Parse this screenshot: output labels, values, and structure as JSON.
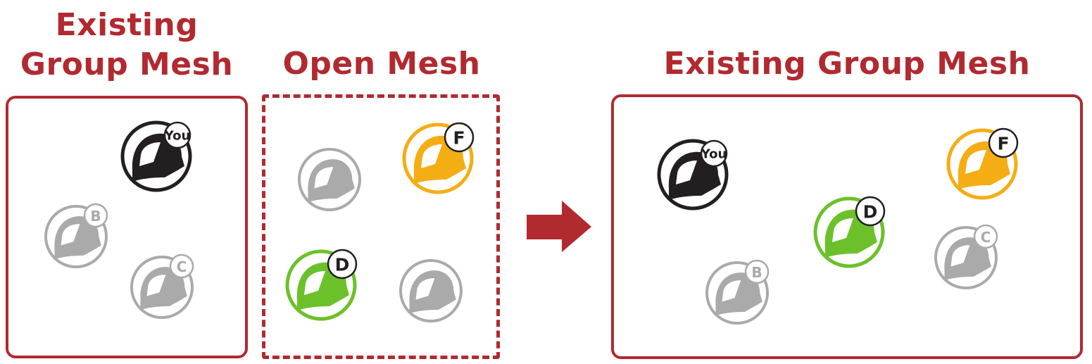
{
  "titles": {
    "left": [
      "Existing",
      "Group Mesh"
    ],
    "middle": "Open Mesh",
    "right": "Existing Group Mesh"
  },
  "colors": {
    "accent": "#b02a30",
    "you": "#231f20",
    "gray": "#aaaaaa",
    "yellow": "#f5ad14",
    "green": "#6cc12a"
  },
  "riders": {
    "left": [
      {
        "label": "You",
        "color": "you",
        "icon": "helmet-icon"
      },
      {
        "label": "B",
        "color": "gray",
        "icon": "helmet-icon"
      },
      {
        "label": "C",
        "color": "gray",
        "icon": "helmet-icon"
      }
    ],
    "middle": [
      {
        "label": "",
        "color": "gray",
        "icon": "helmet-icon"
      },
      {
        "label": "F",
        "color": "yellow",
        "icon": "helmet-icon"
      },
      {
        "label": "D",
        "color": "green",
        "icon": "helmet-icon"
      },
      {
        "label": "",
        "color": "gray",
        "icon": "helmet-icon"
      }
    ],
    "right": [
      {
        "label": "You",
        "color": "you",
        "icon": "helmet-icon"
      },
      {
        "label": "F",
        "color": "yellow",
        "icon": "helmet-icon"
      },
      {
        "label": "D",
        "color": "green",
        "icon": "helmet-icon"
      },
      {
        "label": "C",
        "color": "gray",
        "icon": "helmet-icon"
      },
      {
        "label": "B",
        "color": "gray",
        "icon": "helmet-icon"
      }
    ]
  },
  "arrow": {
    "icon": "arrow-right-icon"
  }
}
